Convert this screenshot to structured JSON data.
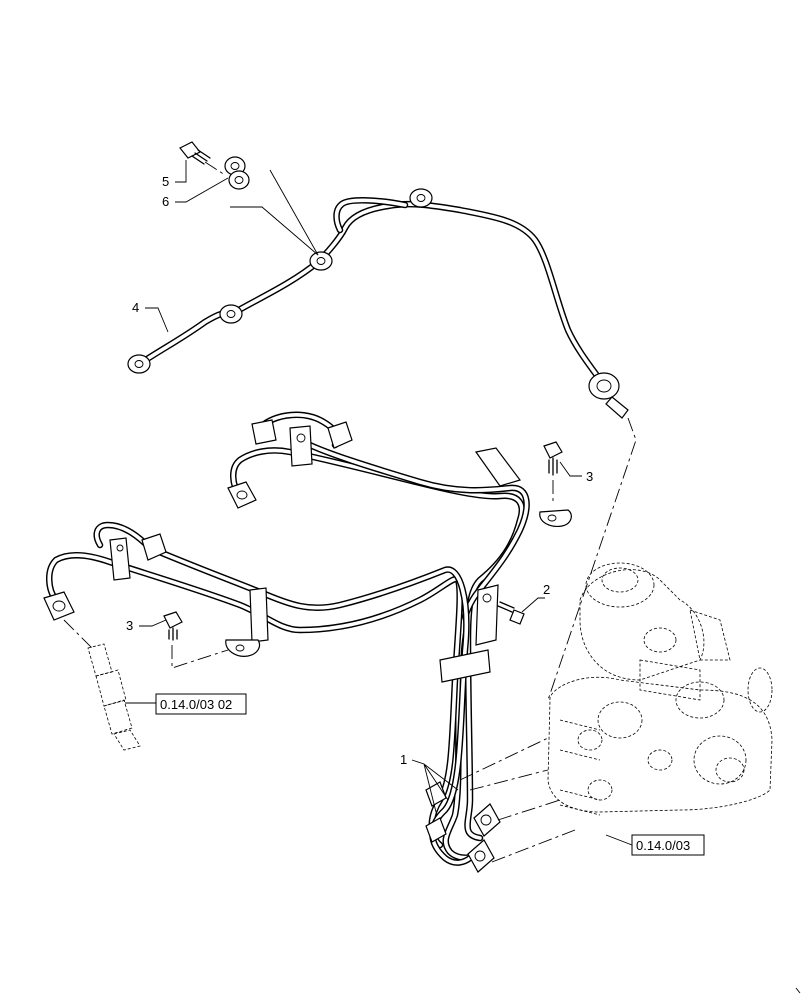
{
  "callouts": [
    {
      "id": "1",
      "label": "1"
    },
    {
      "id": "2",
      "label": "2"
    },
    {
      "id": "3a",
      "label": "3"
    },
    {
      "id": "3b",
      "label": "3"
    },
    {
      "id": "4",
      "label": "4"
    },
    {
      "id": "5",
      "label": "5"
    },
    {
      "id": "6",
      "label": "6"
    }
  ],
  "references": [
    {
      "id": "injector",
      "text": "0.14.0/03 02"
    },
    {
      "id": "pump",
      "text": "0.14.0/03"
    }
  ]
}
